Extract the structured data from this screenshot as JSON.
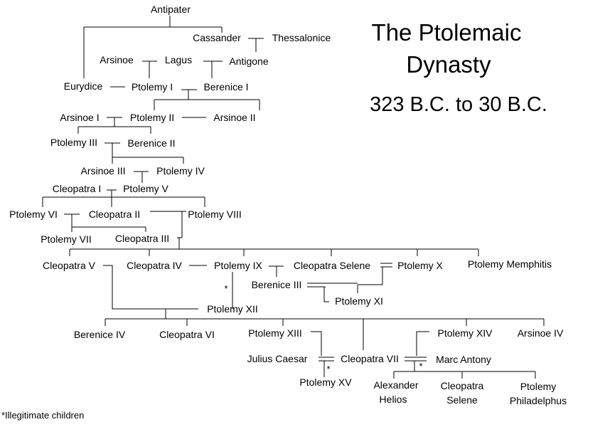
{
  "title": {
    "line1": "The Ptolemaic",
    "line2": "Dynasty",
    "dates": "323 B.C. to 30 B.C."
  },
  "footnote": "*Illegitimate children",
  "illegitimate_mark": "*",
  "people": {
    "antipater": "Antipater",
    "cassander": "Cassander",
    "thessalonice": "Thessalonice",
    "arsinoe": "Arsinoe",
    "lagus": "Lagus",
    "antigone": "Antigone",
    "eurydice": "Eurydice",
    "ptolemy_1": "Ptolemy I",
    "berenice_1": "Berenice I",
    "arsinoe_1": "Arsinoe I",
    "ptolemy_2": "Ptolemy II",
    "arsinoe_2": "Arsinoe II",
    "ptolemy_3": "Ptolemy III",
    "berenice_2": "Berenice II",
    "arsinoe_3": "Arsinoe III",
    "ptolemy_4": "Ptolemy IV",
    "cleopatra_1": "Cleopatra I",
    "ptolemy_5": "Ptolemy V",
    "ptolemy_6": "Ptolemy VI",
    "cleopatra_2": "Cleopatra II",
    "ptolemy_8": "Ptolemy VIII",
    "ptolemy_7": "Ptolemy VII",
    "cleopatra_3": "Cleopatra III",
    "cleopatra_5": "Cleopatra V",
    "cleopatra_4": "Cleopatra IV",
    "ptolemy_9": "Ptolemy IX",
    "cleopatra_selene": "Cleopatra Selene",
    "ptolemy_10": "Ptolemy X",
    "ptolemy_memphitis": "Ptolemy Memphitis",
    "berenice_3": "Berenice III",
    "ptolemy_11": "Ptolemy XI",
    "ptolemy_12": "Ptolemy XII",
    "berenice_4": "Berenice IV",
    "cleopatra_6": "Cleopatra VI",
    "ptolemy_13": "Ptolemy XIII",
    "ptolemy_14": "Ptolemy XIV",
    "arsinoe_4": "Arsinoe IV",
    "julius_caesar": "Julius Caesar",
    "cleopatra_7": "Cleopatra VII",
    "marc_antony": "Marc Antony",
    "ptolemy_15": "Ptolemy XV",
    "alexander_helios": {
      "line1": "Alexander",
      "line2": "Helios"
    },
    "cleopatra_selene_2": {
      "line1": "Cleopatra",
      "line2": "Selene"
    },
    "ptolemy_philadelphus": {
      "line1": "Ptolemy",
      "line2": "Philadelphus"
    }
  }
}
